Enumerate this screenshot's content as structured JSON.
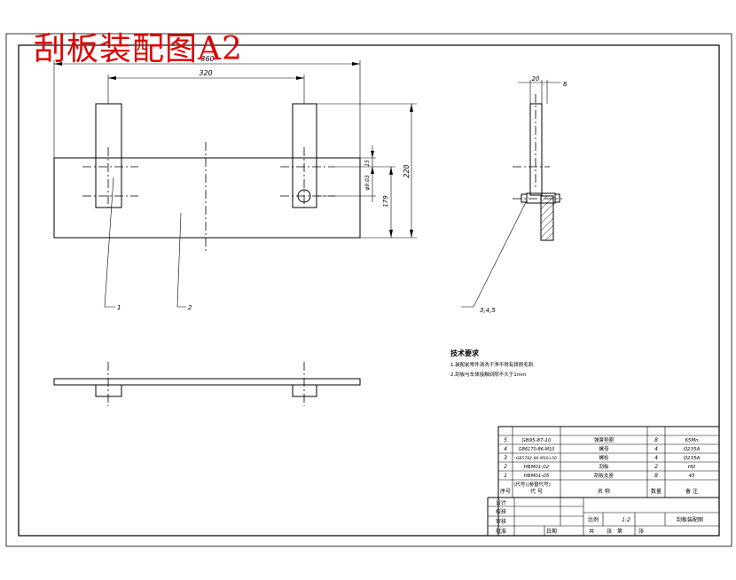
{
  "drawing_title": "刮板装配图A2",
  "dimensions": {
    "overall_width": "360",
    "hole_spacing": "320",
    "overall_height": "220",
    "height_179": "179",
    "hole_dia": "φ9.03",
    "offset_15": "15",
    "side_width": "20",
    "side_thickness": "8"
  },
  "balloons": {
    "part1": "1",
    "part2": "2",
    "parts345": "3,4,5"
  },
  "tech_requirements": {
    "heading": "技术要求",
    "item1": "1.装配前零件清洗干净不得有铁屑毛刺.",
    "item2": "2.刮板与车体接触间隙不大于1mm"
  },
  "bom": {
    "rows": [
      {
        "no": "5",
        "code": "GB95-87-10",
        "name": "弹簧垫圈",
        "qty": "8",
        "material": "65Mn"
      },
      {
        "no": "4",
        "code": "GB6170-86-M10",
        "name": "螺母",
        "qty": "4",
        "material": "Q235A"
      },
      {
        "no": "3",
        "code": "GB5782-86-M10×50",
        "name": "螺栓",
        "qty": "4",
        "material": "Q235A"
      },
      {
        "no": "2",
        "code": "HBM01-02",
        "name": "刮板",
        "qty": "2",
        "material": "HD"
      },
      {
        "no": "1",
        "code": "HBM01-05",
        "name": "刮板支座",
        "qty": "8",
        "material": "45"
      }
    ],
    "header": {
      "no": "序号",
      "code": "代  号",
      "name": "名    称",
      "qty": "数量",
      "material": "备  注",
      "code_sub": "(代号)(参替代号)"
    }
  },
  "titleblock": {
    "design": "设计",
    "check": "校核",
    "audit": "审核",
    "approve": "批准",
    "scale_label": "比例",
    "scale_value": "1:2",
    "drawing_name": "刮板装配图",
    "sheet_total": "共",
    "sheet_label": "张",
    "sheet_no": "第",
    "sheet_end": "张",
    "date_label": "日期"
  }
}
